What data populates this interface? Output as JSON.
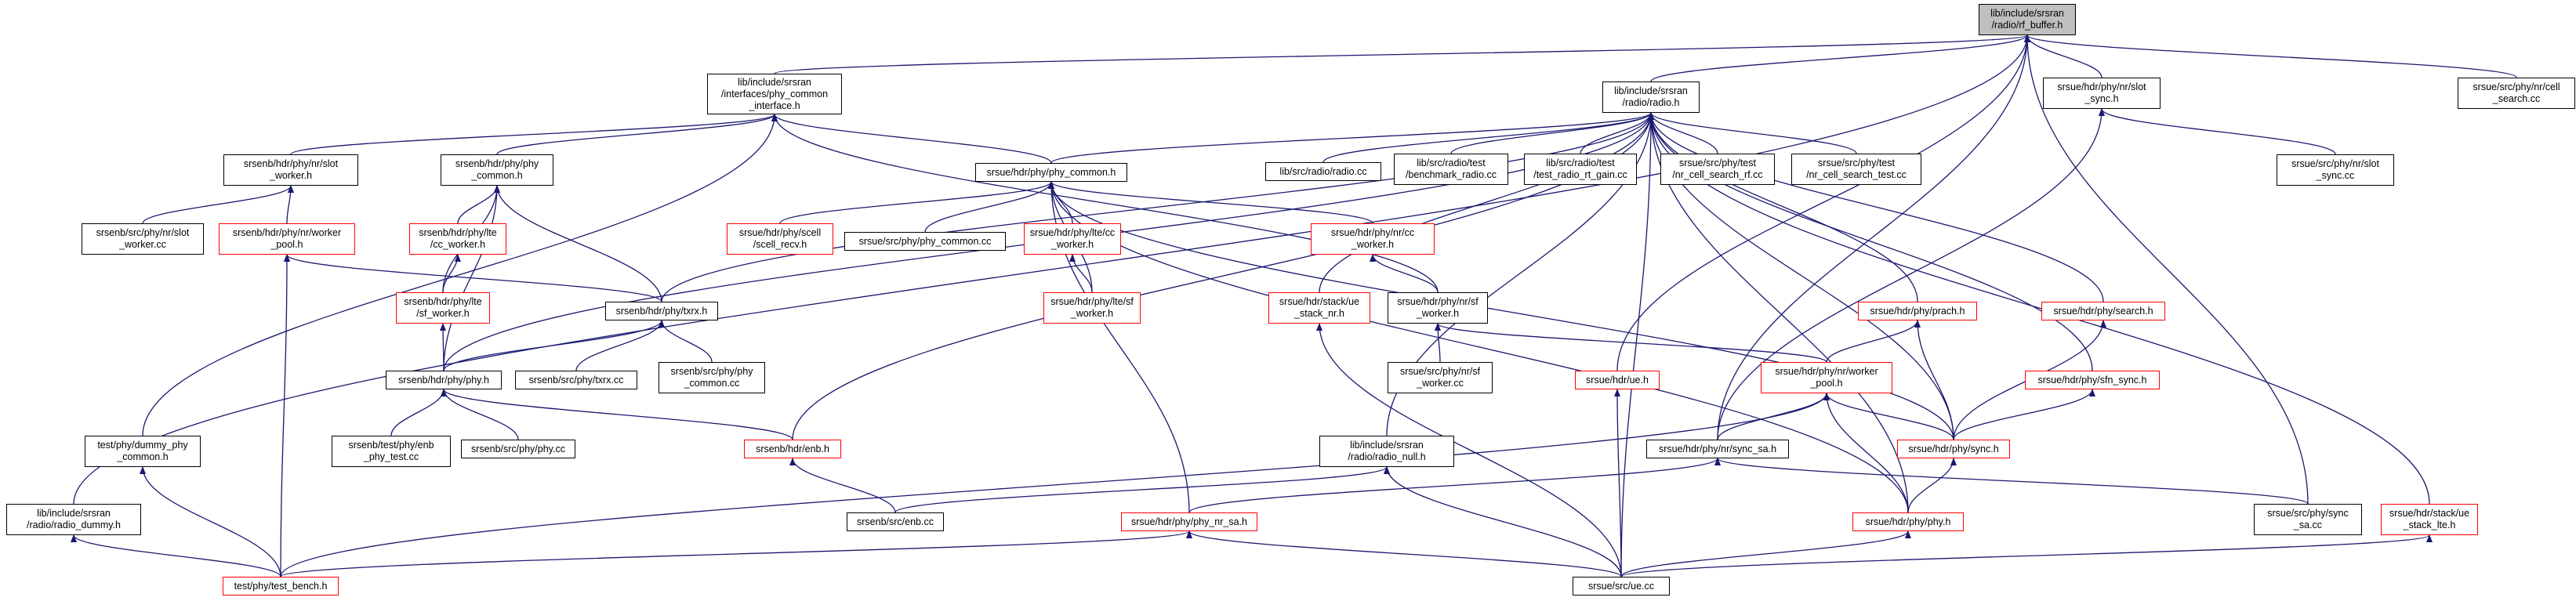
{
  "graph": {
    "edge_color": "#191970",
    "nodes": [
      {
        "id": "rf_buffer",
        "label": "lib/include/srsran\n/radio/rf_buffer.h",
        "style": "root"
      },
      {
        "id": "phy_common_interface",
        "label": "lib/include/srsran\n/interfaces/phy_common\n_interface.h",
        "style": "black"
      },
      {
        "id": "radio_h",
        "label": "lib/include/srsran\n/radio/radio.h",
        "style": "black"
      },
      {
        "id": "ue_slot_sync",
        "label": "srsue/hdr/phy/nr/slot\n_sync.h",
        "style": "black"
      },
      {
        "id": "cell_search_cc",
        "label": "srsue/src/phy/nr/cell\n_search.cc",
        "style": "black"
      },
      {
        "id": "enb_slot_worker",
        "label": "srsenb/hdr/phy/nr/slot\n_worker.h",
        "style": "black"
      },
      {
        "id": "enb_phy_common",
        "label": "srsenb/hdr/phy/phy\n_common.h",
        "style": "black"
      },
      {
        "id": "ue_phy_common",
        "label": "srsue/hdr/phy/phy_common.h",
        "style": "black"
      },
      {
        "id": "radio_cc",
        "label": "lib/src/radio/radio.cc",
        "style": "black"
      },
      {
        "id": "benchmark_radio",
        "label": "lib/src/radio/test\n/benchmark_radio.cc",
        "style": "black"
      },
      {
        "id": "test_radio_rt_gain",
        "label": "lib/src/radio/test\n/test_radio_rt_gain.cc",
        "style": "black"
      },
      {
        "id": "nr_cell_search_rf",
        "label": "srsue/src/phy/test\n/nr_cell_search_rf.cc",
        "style": "black"
      },
      {
        "id": "nr_cell_search_test",
        "label": "srsue/src/phy/test\n/nr_cell_search_test.cc",
        "style": "black"
      },
      {
        "id": "slot_sync_cc",
        "label": "srsue/src/phy/nr/slot\n_sync.cc",
        "style": "black"
      },
      {
        "id": "enb_slot_worker_cc",
        "label": "srsenb/src/phy/nr/slot\n_worker.cc",
        "style": "black"
      },
      {
        "id": "enb_worker_pool",
        "label": "srsenb/hdr/phy/nr/worker\n_pool.h",
        "style": "red"
      },
      {
        "id": "enb_cc_worker",
        "label": "srsenb/hdr/phy/lte\n/cc_worker.h",
        "style": "red"
      },
      {
        "id": "scell_recv",
        "label": "srsue/hdr/phy/scell\n/scell_recv.h",
        "style": "red"
      },
      {
        "id": "ue_phy_common_cc",
        "label": "srsue/src/phy/phy_common.cc",
        "style": "black"
      },
      {
        "id": "ue_lte_cc_worker",
        "label": "srsue/hdr/phy/lte/cc\n_worker.h",
        "style": "red"
      },
      {
        "id": "ue_nr_cc_worker",
        "label": "srsue/hdr/phy/nr/cc\n_worker.h",
        "style": "red"
      },
      {
        "id": "enb_sf_worker",
        "label": "srsenb/hdr/phy/lte\n/sf_worker.h",
        "style": "red"
      },
      {
        "id": "txrx_h",
        "label": "srsenb/hdr/phy/txrx.h",
        "style": "black"
      },
      {
        "id": "ue_lte_sf_worker",
        "label": "srsue/hdr/phy/lte/sf\n_worker.h",
        "style": "red"
      },
      {
        "id": "ue_stack_nr",
        "label": "srsue/hdr/stack/ue\n_stack_nr.h",
        "style": "red"
      },
      {
        "id": "ue_nr_sf_worker",
        "label": "srsue/hdr/phy/nr/sf\n_worker.h",
        "style": "black"
      },
      {
        "id": "prach_h",
        "label": "srsue/hdr/phy/prach.h",
        "style": "red"
      },
      {
        "id": "search_h",
        "label": "srsue/hdr/phy/search.h",
        "style": "red"
      },
      {
        "id": "enb_phy_h",
        "label": "srsenb/hdr/phy/phy.h",
        "style": "black"
      },
      {
        "id": "enb_txrx_cc",
        "label": "srsenb/src/phy/txrx.cc",
        "style": "black"
      },
      {
        "id": "enb_phy_common_cc",
        "label": "srsenb/src/phy/phy\n_common.cc",
        "style": "black"
      },
      {
        "id": "ue_nr_sf_worker_cc",
        "label": "srsue/src/phy/nr/sf\n_worker.cc",
        "style": "black"
      },
      {
        "id": "ue_h",
        "label": "srsue/hdr/ue.h",
        "style": "red"
      },
      {
        "id": "ue_nr_worker_pool",
        "label": "srsue/hdr/phy/nr/worker\n_pool.h",
        "style": "red"
      },
      {
        "id": "sfn_sync",
        "label": "srsue/hdr/phy/sfn_sync.h",
        "style": "red"
      },
      {
        "id": "dummy_phy_common",
        "label": "test/phy/dummy_phy\n_common.h",
        "style": "black"
      },
      {
        "id": "enb_phy_test",
        "label": "srsenb/test/phy/enb\n_phy_test.cc",
        "style": "black"
      },
      {
        "id": "enb_phy_cc",
        "label": "srsenb/src/phy/phy.cc",
        "style": "black"
      },
      {
        "id": "enb_h",
        "label": "srsenb/hdr/enb.h",
        "style": "red"
      },
      {
        "id": "radio_null",
        "label": "lib/include/srsran\n/radio/radio_null.h",
        "style": "black"
      },
      {
        "id": "nr_sync_sa",
        "label": "srsue/hdr/phy/nr/sync_sa.h",
        "style": "black"
      },
      {
        "id": "ue_sync_h",
        "label": "srsue/hdr/phy/sync.h",
        "style": "red"
      },
      {
        "id": "radio_dummy",
        "label": "lib/include/srsran\n/radio/radio_dummy.h",
        "style": "black"
      },
      {
        "id": "enb_cc",
        "label": "srsenb/src/enb.cc",
        "style": "black"
      },
      {
        "id": "phy_nr_sa",
        "label": "srsue/hdr/phy/phy_nr_sa.h",
        "style": "red"
      },
      {
        "id": "ue_phy_h",
        "label": "srsue/hdr/phy/phy.h",
        "style": "red"
      },
      {
        "id": "sync_sa_cc",
        "label": "srsue/src/phy/sync\n_sa.cc",
        "style": "black"
      },
      {
        "id": "ue_stack_lte",
        "label": "srsue/hdr/stack/ue\n_stack_lte.h",
        "style": "red"
      },
      {
        "id": "test_bench",
        "label": "test/phy/test_bench.h",
        "style": "red"
      },
      {
        "id": "ue_cc",
        "label": "srsue/src/ue.cc",
        "style": "black"
      }
    ]
  }
}
